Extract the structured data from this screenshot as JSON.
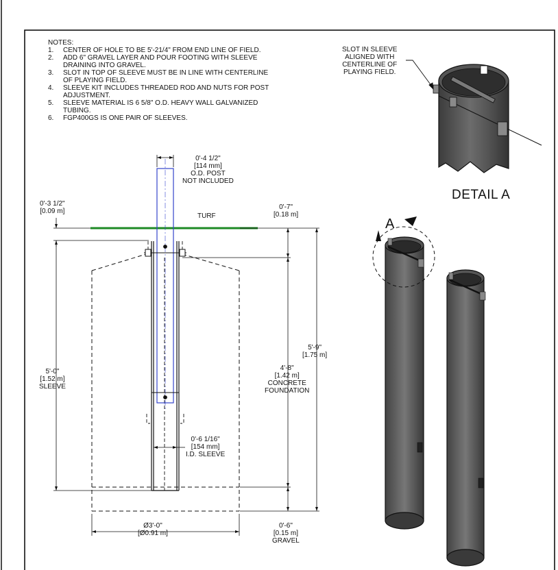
{
  "notes": {
    "title": "NOTES:",
    "items": [
      {
        "n": "1.",
        "text": "CENTER OF HOLE TO BE 5'-21/4\" FROM END LINE OF FIELD."
      },
      {
        "n": "2.",
        "text": "ADD 6\" GRAVEL LAYER AND POUR FOOTING WITH SLEEVE\nDRAINING INTO GRAVEL."
      },
      {
        "n": "3.",
        "text": "SLOT IN TOP OF SLEEVE MUST BE IN LINE WITH CENTERLINE\nOF PLAYING FIELD."
      },
      {
        "n": "4.",
        "text": "SLEEVE KIT INCLUDES THREADED ROD AND NUTS FOR POST\nADJUSTMENT."
      },
      {
        "n": "5.",
        "text": "SLEEVE MATERIAL IS 6 5/8\" O.D. HEAVY WALL GALVANIZED\nTUBING."
      },
      {
        "n": "6.",
        "text": "FGP400GS IS ONE PAIR OF SLEEVES."
      }
    ]
  },
  "dims": {
    "post_od": [
      "0'-4 1/2\"",
      "[114 mm]",
      "O.D. POST",
      "NOT INCLUDED"
    ],
    "turf_offset": [
      "0'-3 1/2\"",
      "[0.09 m]"
    ],
    "turf_label": "TURF",
    "turf_right": [
      "0'-7\"",
      "[0.18 m]"
    ],
    "sleeve_length": [
      "5'-0\"",
      "[1.52 m]",
      "SLEEVE"
    ],
    "concrete": [
      "4'-8\"",
      "[1.42 m]",
      "CONCRETE",
      "FOUNDATION"
    ],
    "total_depth": [
      "5'-9\"",
      "[1.75 m]"
    ],
    "sleeve_id": [
      "0'-6 1/16\"",
      "[154 mm]",
      "I.D. SLEEVE"
    ],
    "diameter": [
      "Ø3'-0\"",
      "[Ø0.91 m]"
    ],
    "gravel": [
      "0'-6\"",
      "[0.15 m]",
      "GRAVEL"
    ]
  },
  "detail": {
    "slot_note": [
      "SLOT IN SLEEVE",
      "ALIGNED WITH",
      "CENTERLINE OF",
      "PLAYING FIELD."
    ],
    "title": "DETAIL  A",
    "callout": "A"
  },
  "colors": {
    "turf": "#1e8a24",
    "post": "#3344cc",
    "sleeve_dark": "#4a4a4a",
    "sleeve_light": "#9a9a9a",
    "line": "#111111"
  }
}
